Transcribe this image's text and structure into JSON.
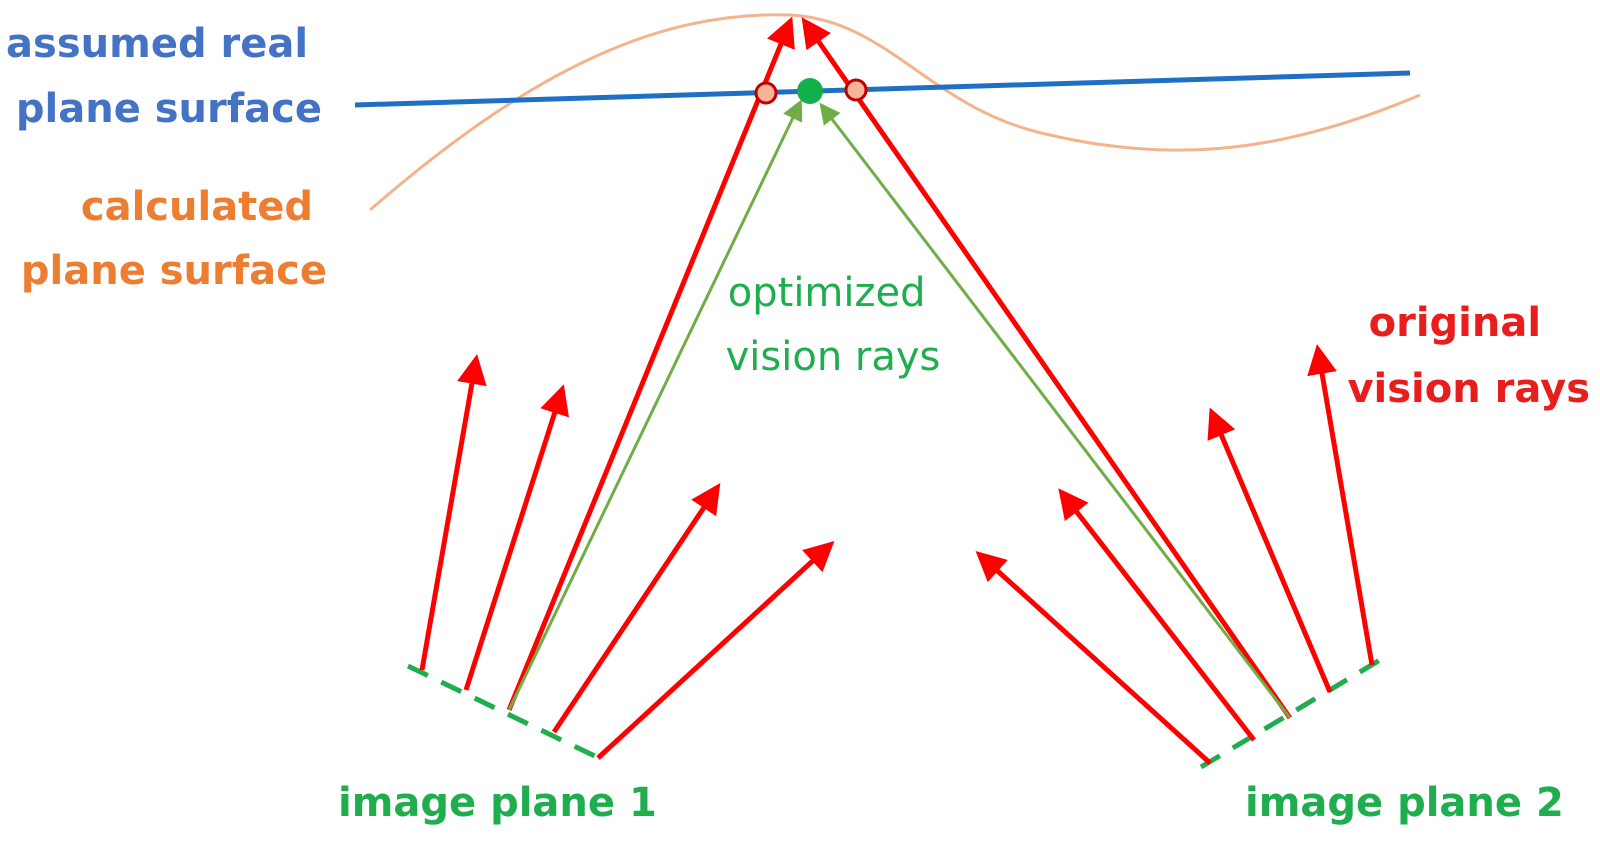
{
  "labels": {
    "real_surface": [
      "assumed real",
      "plane surface"
    ],
    "calculated_surface": [
      "calculated",
      "plane surface"
    ],
    "optimized_rays": [
      "optimized",
      "vision rays"
    ],
    "original_rays": [
      "original",
      "vision rays"
    ],
    "image_plane_1": "image plane 1",
    "image_plane_2": "image plane 2"
  },
  "colors": {
    "real_surface": "#1f6fc4",
    "real_surface_label": "#4472c4",
    "calculated_surface": "#f2b48c",
    "calculated_label": "#ed7d31",
    "original_ray": "#ff0000",
    "optimized_ray": "#70ad47",
    "green_label": "#1fad4e",
    "image_plane": "#1fad4e",
    "intersection_fill": "#f8b49a",
    "intersection_stroke": "#c00000",
    "optimized_point": "#12b04a"
  }
}
